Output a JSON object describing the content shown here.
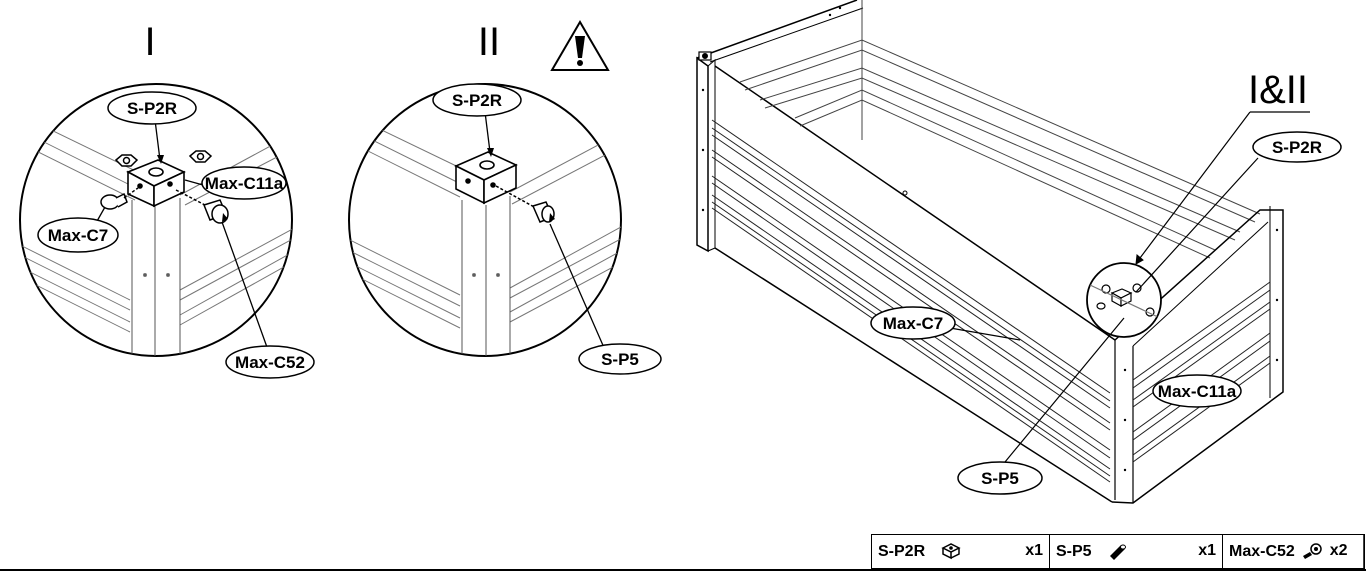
{
  "detail_titles": {
    "one": "I",
    "two": "II",
    "combined": "I&II"
  },
  "callouts": {
    "detail1": {
      "bracket": "S-P2R",
      "side_panel": "Max-C11a",
      "bolt": "Max-C7",
      "nut": "Max-C52"
    },
    "detail2": {
      "bracket": "S-P2R",
      "pin": "S-P5"
    },
    "overview": {
      "bracket": "S-P2R",
      "long_panel": "Max-C7",
      "end_panel": "Max-C11a",
      "pin": "S-P5"
    }
  },
  "warning_icon": "warning-triangle-icon",
  "parts": [
    {
      "name": "S-P2R",
      "qty": "x1",
      "icon": "corner-bracket-icon"
    },
    {
      "name": "S-P5",
      "qty": "x1",
      "icon": "pin-icon"
    },
    {
      "name": "Max-C52",
      "qty": "x2",
      "icon": "bolt-nut-icon"
    }
  ]
}
